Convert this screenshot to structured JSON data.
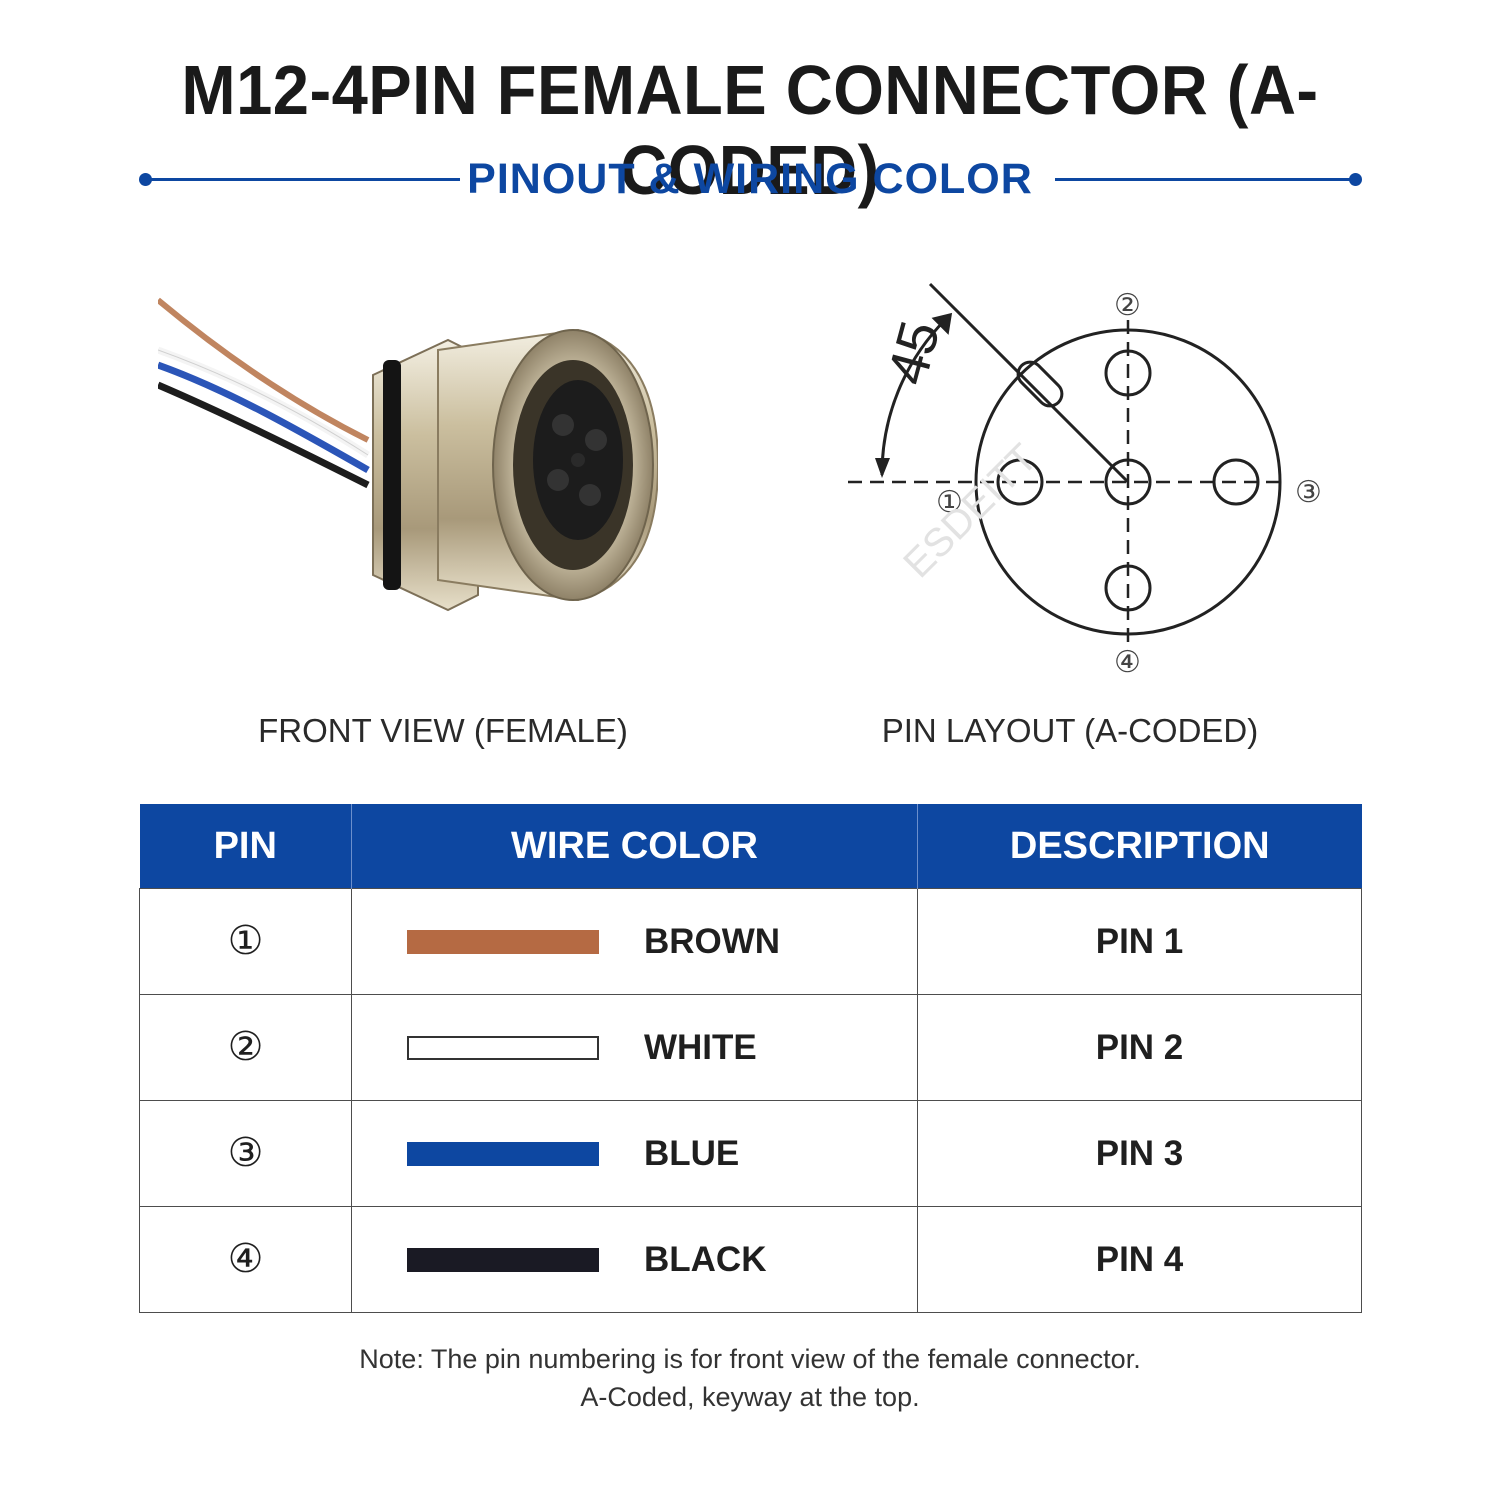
{
  "header": {
    "title": "M12-4PIN FEMALE CONNECTOR (A-CODED)",
    "subtitle": "PINOUT & WIRING COLOR"
  },
  "figures": {
    "front_view_caption": "FRONT VIEW (FEMALE)",
    "pin_layout_caption": "PIN LAYOUT (A-CODED)",
    "angle_label": "45",
    "pin_labels": [
      "①",
      "②",
      "③",
      "④"
    ],
    "watermark": "ESDEITT"
  },
  "table": {
    "headers": [
      "PIN",
      "WIRE COLOR",
      "DESCRIPTION"
    ],
    "rows": [
      {
        "pin": "①",
        "color_name": "BROWN",
        "color_hex": "#b56a43",
        "description": "PIN 1"
      },
      {
        "pin": "②",
        "color_name": "WHITE",
        "color_hex": "#ffffff",
        "description": "PIN 2"
      },
      {
        "pin": "③",
        "color_name": "BLUE",
        "color_hex": "#0d47a1",
        "description": "PIN 3"
      },
      {
        "pin": "④",
        "color_name": "BLACK",
        "color_hex": "#1a1a24",
        "description": "PIN 4"
      }
    ]
  },
  "note": {
    "line1": "Note: The pin numbering is for front view of the female connector.",
    "line2": "A-Coded, keyway at the top."
  },
  "colors": {
    "accent": "#0d47a1"
  }
}
